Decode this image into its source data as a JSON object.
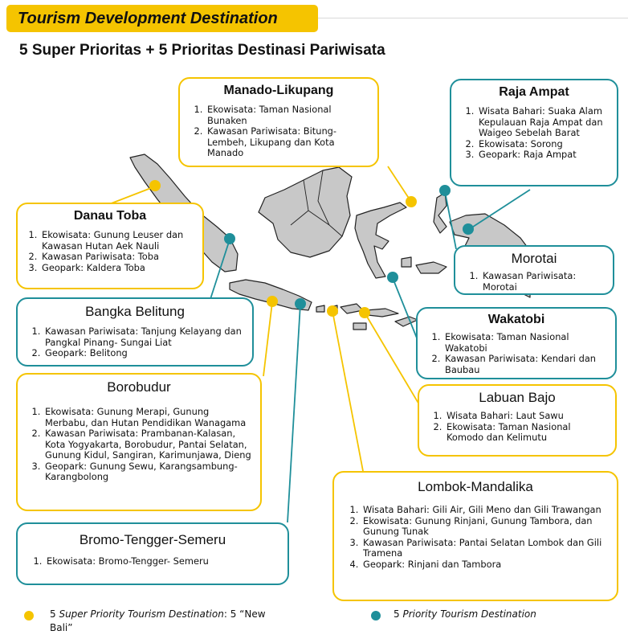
{
  "header": {
    "banner": "Tourism Development Destination",
    "subtitle": "5 Super Prioritas + 5 Prioritas Destinasi Pariwisata"
  },
  "colors": {
    "super_priority": "#f5c400",
    "priority": "#1f8f9a",
    "land": "#c8c8c8"
  },
  "destinations": {
    "manado": {
      "title": "Manado-Likupang",
      "items": [
        "Ekowisata: Taman Nasional Bunaken",
        "Kawasan Pariwisata: Bitung-Lembeh, Likupang dan Kota Manado"
      ]
    },
    "raja_ampat": {
      "title": "Raja Ampat",
      "items": [
        "Wisata Bahari: Suaka Alam Kepulauan Raja Ampat dan Waigeo Sebelah Barat",
        "Ekowisata: Sorong",
        "Geopark: Raja Ampat"
      ]
    },
    "danau_toba": {
      "title": "Danau Toba",
      "items": [
        "Ekowisata: Gunung  Leuser dan Kawasan  Hutan Aek Nauli",
        "Kawasan Pariwisata: Toba",
        "Geopark: Kaldera Toba"
      ]
    },
    "morotai": {
      "title": "Morotai",
      "items": [
        "Kawasan Pariwisata: Morotai"
      ]
    },
    "bangka": {
      "title": "Bangka Belitung",
      "items": [
        "Kawasan Pariwisata: Tanjung  Kelayang dan Pangkal Pinang-  Sungai Liat",
        "Geopark: Belitong"
      ]
    },
    "wakatobi": {
      "title": "Wakatobi",
      "items": [
        "Ekowisata: Taman Nasional Wakatobi",
        "Kawasan Pariwisata: Kendari dan Baubau"
      ]
    },
    "borobudur": {
      "title": "Borobudur",
      "items": [
        "Ekowisata: Gunung Merapi, Gunung Merbabu, dan Hutan Pendidikan Wanagama",
        "Kawasan Pariwisata: Prambanan-Kalasan, Kota Yogyakarta,  Borobudur, Pantai Selatan, Gunung  Kidul, Sangiran, Karimunjawa,  Dieng",
        "Geopark: Gunung Sewu, Karangsambung-Karangbolong"
      ]
    },
    "labuan_bajo": {
      "title": "Labuan Bajo",
      "items": [
        "Wisata Bahari: Laut Sawu",
        "Ekowisata: Taman Nasional Komodo dan Kelimutu"
      ]
    },
    "lombok": {
      "title": "Lombok-Mandalika",
      "items": [
        "Wisata Bahari: Gili Air, Gili Meno dan Gili Trawangan",
        "Ekowisata: Gunung Rinjani, Gunung Tambora, dan Gunung Tunak",
        "Kawasan Pariwisata: Pantai Selatan Lombok dan Gili Tramena",
        "Geopark: Rinjani dan Tambora"
      ]
    },
    "bromo": {
      "title": "Bromo-Tengger-Semeru",
      "items": [
        "Ekowisata: Bromo-Tengger-  Semeru"
      ]
    }
  },
  "legend": {
    "super_prefix": "5 ",
    "super_italic": "Super Priority Tourism Destination",
    "super_suffix": ": 5 “New Bali”",
    "priority_prefix": "5 ",
    "priority_italic": "Priority Tourism Destination"
  }
}
